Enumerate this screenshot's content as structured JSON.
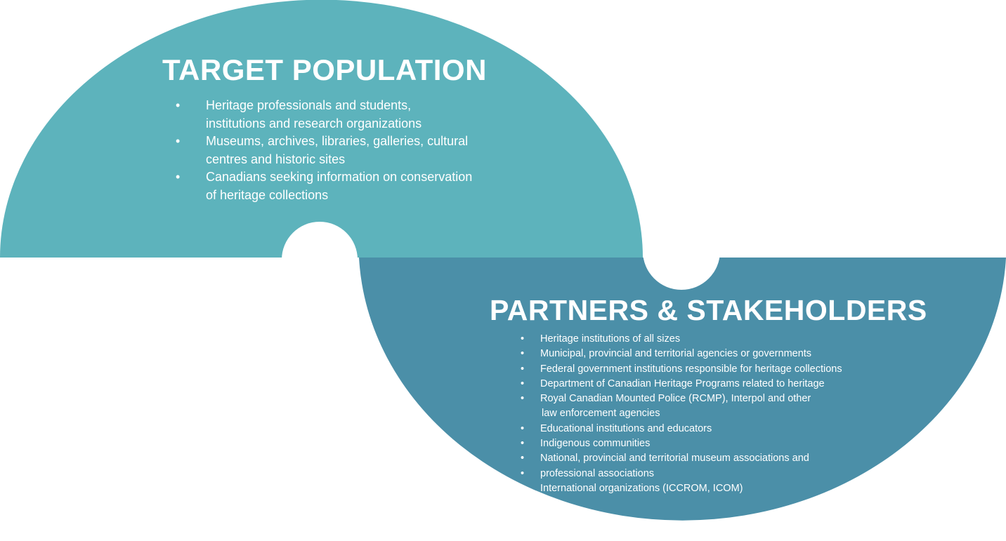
{
  "colors": {
    "target": "#5DB3BC",
    "partners": "#4B8FA8"
  },
  "target_population": {
    "title": "TARGET POPULATION",
    "items": [
      [
        "Heritage professionals and students,",
        "institutions and research organizations"
      ],
      [
        "Museums, archives, libraries, galleries, cultural",
        "centres and historic sites"
      ],
      [
        "Canadians seeking information on conservation",
        "of heritage collections"
      ]
    ]
  },
  "partners": {
    "title": "PARTNERS & STAKEHOLDERS",
    "items": [
      "Heritage institutions of all sizes",
      "Municipal, provincial and territorial agencies or governments",
      "Federal government institutions responsible for heritage collections",
      "Department of Canadian Heritage Programs related to heritage",
      "Royal Canadian Mounted  Police (RCMP), Interpol and other",
      "law enforcement agencies",
      "Educational institutions and educators",
      "Indigenous communities",
      "National, provincial and territorial museum associations and",
      "professional associations",
      "International organizations (ICCROM, ICOM)"
    ]
  }
}
